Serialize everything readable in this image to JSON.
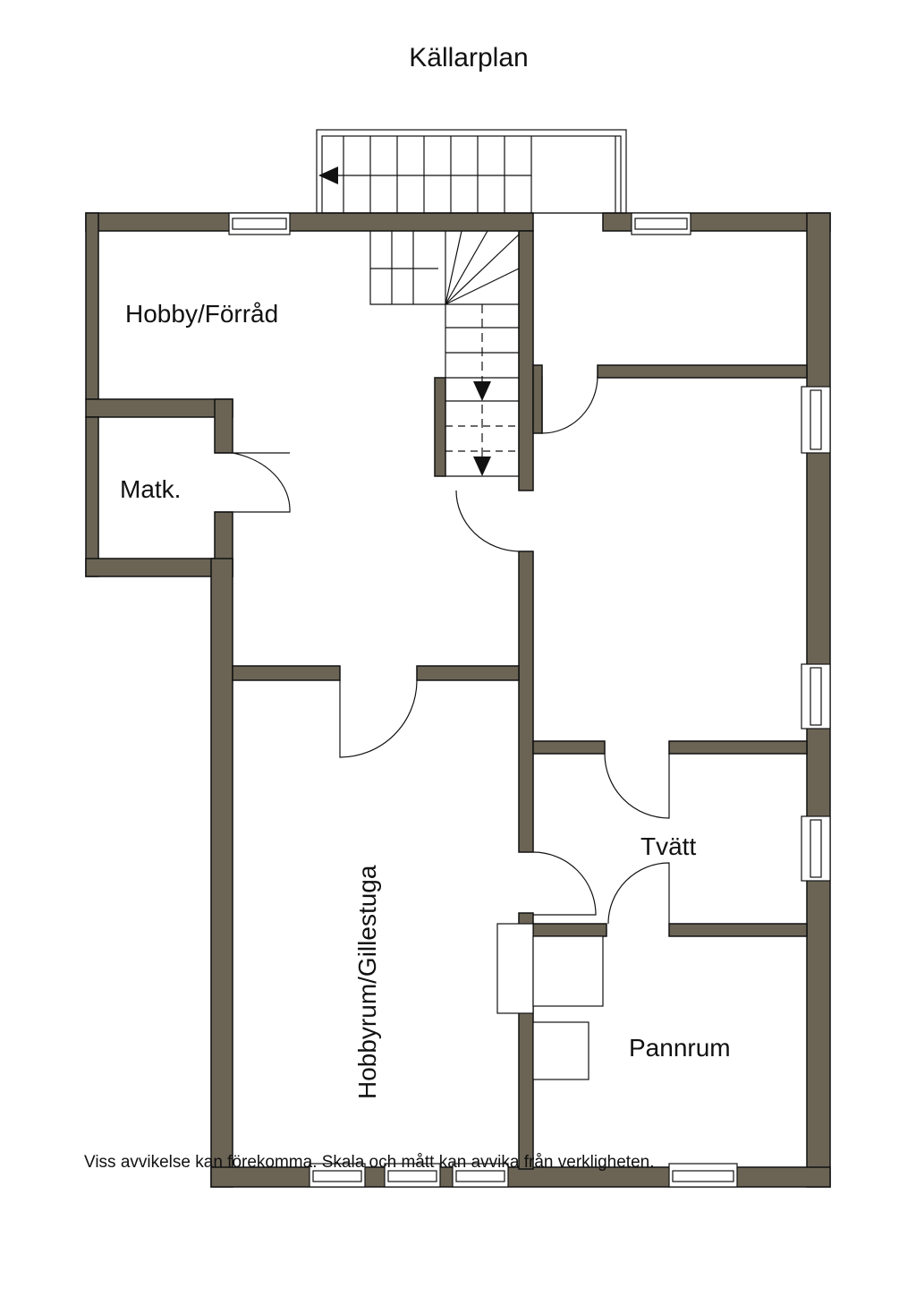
{
  "title": "Källarplan",
  "rooms": {
    "hobby_forrad": "Hobby/Förråd",
    "matk": "Matk.",
    "hobbyrum": "Hobbyrum/Gillestuga",
    "tvatt": "Tvätt",
    "pannrum": "Pannrum"
  },
  "disclaimer": "Viss avvikelse kan förekomma. Skala och mått kan avvika från verkligheten.",
  "colors": {
    "wall": "#6b6455",
    "line": "#111111"
  }
}
